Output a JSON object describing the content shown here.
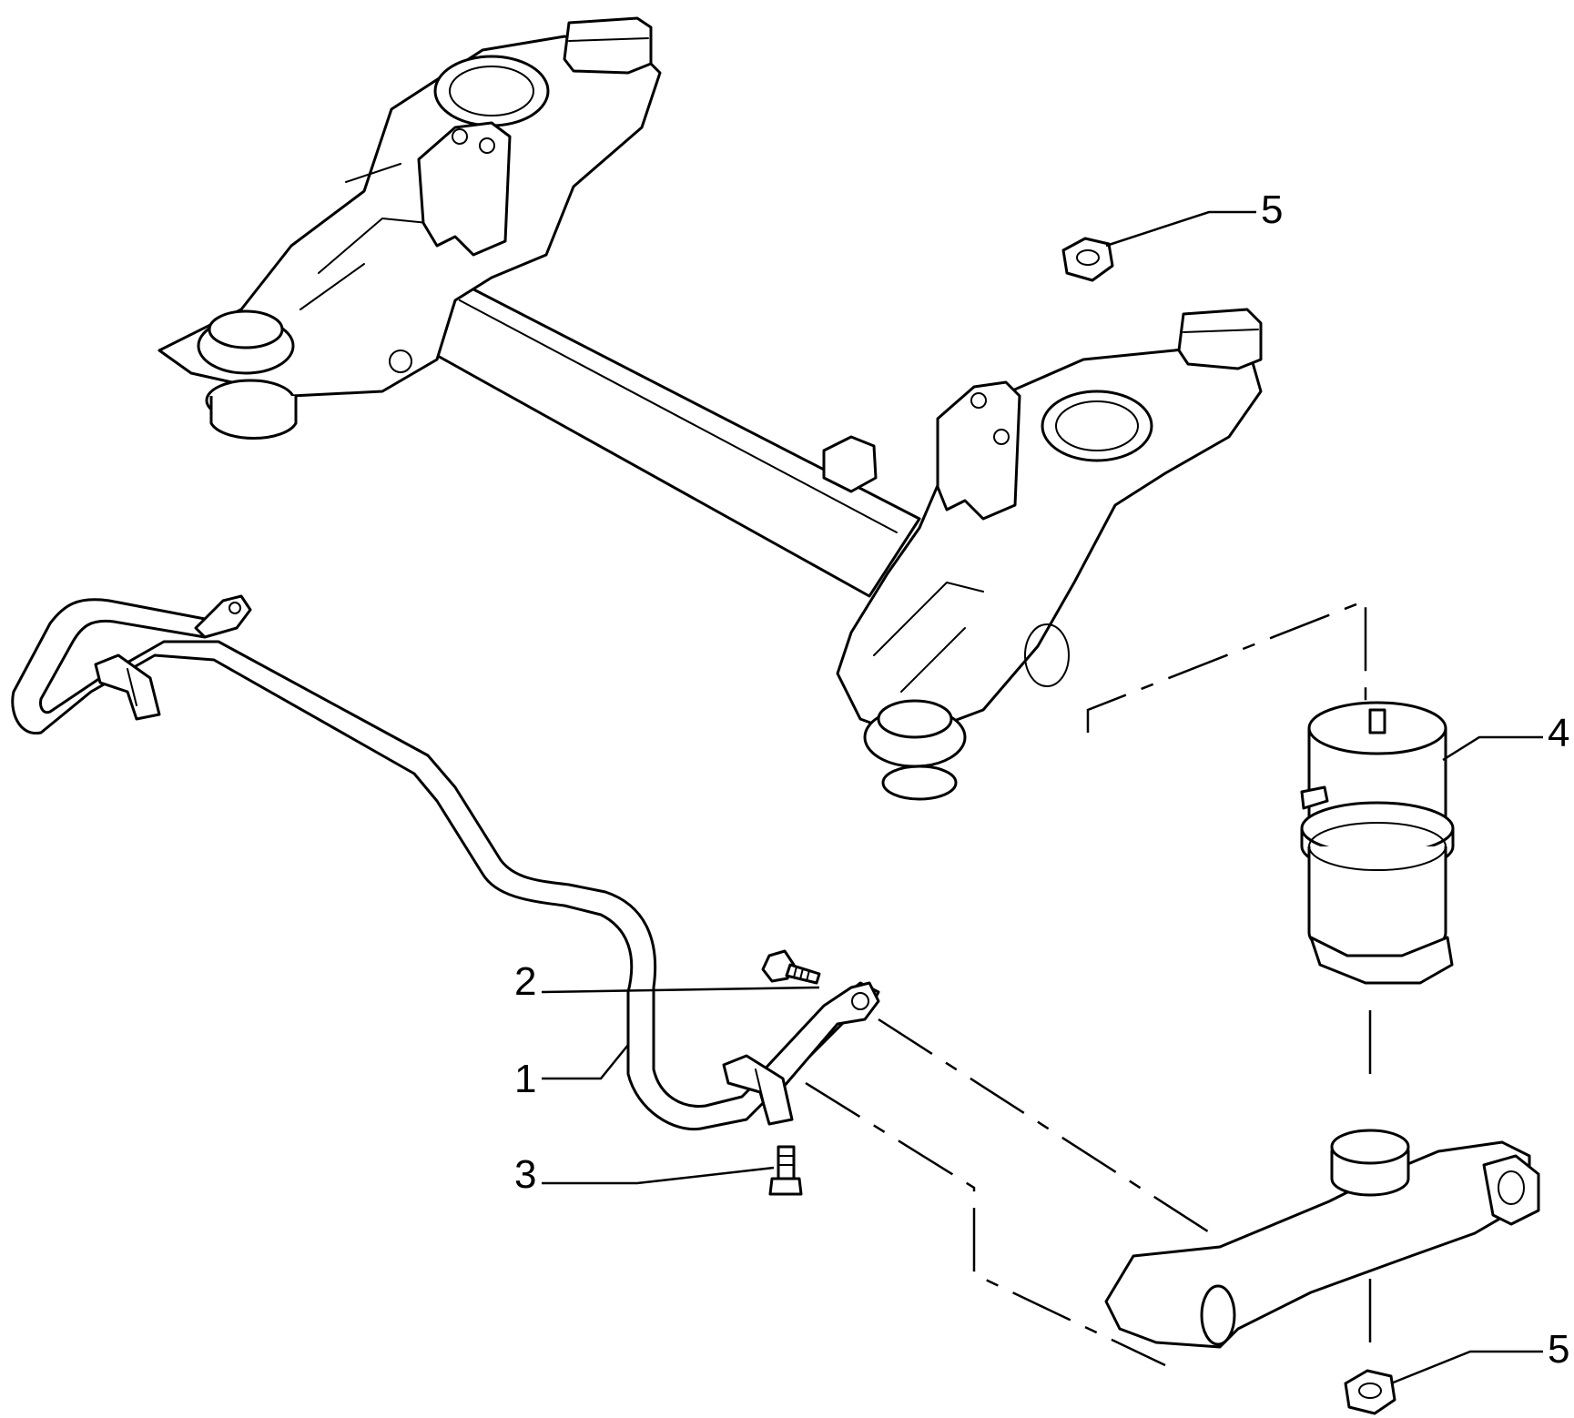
{
  "callouts": [
    {
      "id": "1",
      "label": "1"
    },
    {
      "id": "2",
      "label": "2"
    },
    {
      "id": "3",
      "label": "3"
    },
    {
      "id": "4",
      "label": "4"
    },
    {
      "id": "5a",
      "label": "5"
    },
    {
      "id": "5b",
      "label": "5"
    }
  ]
}
